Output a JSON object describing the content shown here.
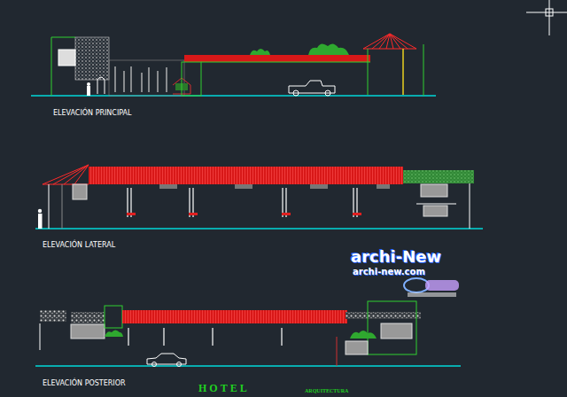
{
  "diagram": {
    "title": "HOTEL",
    "labels": [
      "ELEVACIÓN PRINCIPAL",
      "ELEVACIÓN LATERAL",
      "ELEVACIÓN POSTERIOR",
      "archi-New",
      "archi-new.com",
      "ARQUITECTURA"
    ]
  }
}
